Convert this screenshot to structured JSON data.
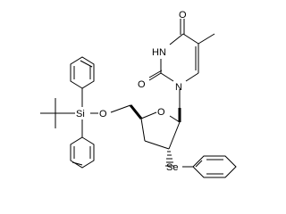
{
  "structure": {
    "atoms": {
      "carbonyl_o_top": "O",
      "ring_n3": "N",
      "ring_n3_h": "H",
      "carbonyl_o_left": "O",
      "ring_n1": "N",
      "furanose_o": "O",
      "silyl_ether_o": "O",
      "silicon": "Si",
      "selenium": "Se"
    }
  }
}
